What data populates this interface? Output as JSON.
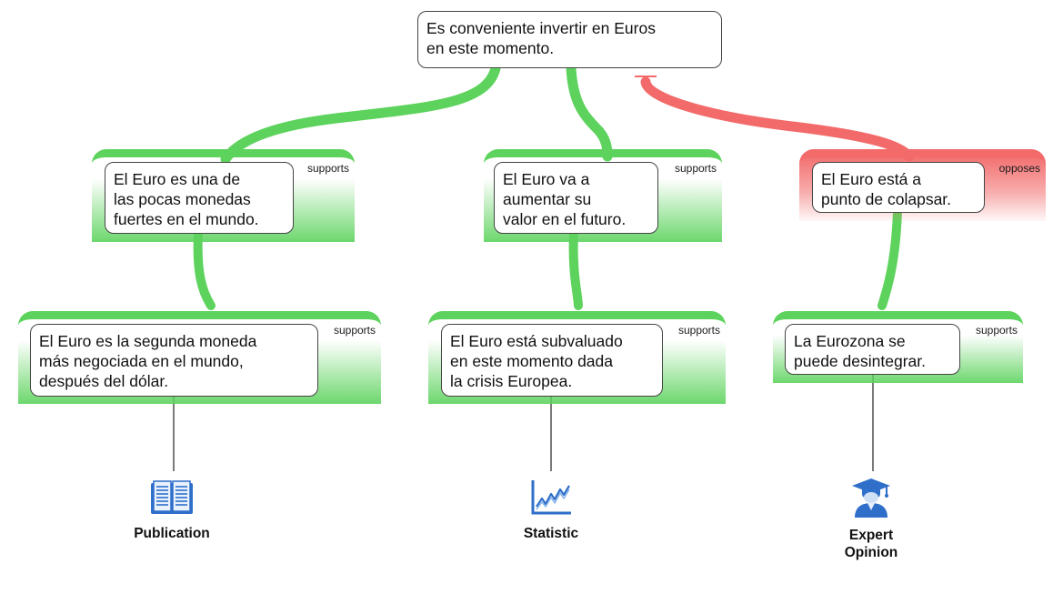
{
  "claim": {
    "text": "Es conveniente invertir en Euros\nen este momento."
  },
  "reasons": [
    {
      "relation": "supports",
      "text": "El Euro es una de\nlas pocas monedas\nfuertes en el mundo.",
      "child": {
        "relation": "supports",
        "text": "El Euro es la segunda moneda\nmás negociada en el mundo,\ndespués del dólar.",
        "evidence": {
          "label": "Publication",
          "icon": "book-icon"
        }
      }
    },
    {
      "relation": "supports",
      "text": "El Euro va a\naumentar su\nvalor en el futuro.",
      "child": {
        "relation": "supports",
        "text": "El Euro está subvaluado\nen este momento dada\nla crisis Europea.",
        "evidence": {
          "label": "Statistic",
          "icon": "chart-icon"
        }
      }
    },
    {
      "relation": "opposes",
      "text": "El Euro está a\npunto de colapsar.",
      "child": {
        "relation": "supports",
        "text": "La Eurozona se\npuede desintegrar.",
        "evidence": {
          "label": "Expert\nOpinion",
          "icon": "graduate-icon"
        }
      }
    }
  ],
  "colors": {
    "supports": "#5dd35d",
    "opposes": "#f26a6a",
    "evidence_icon": "#2f6fc9"
  }
}
